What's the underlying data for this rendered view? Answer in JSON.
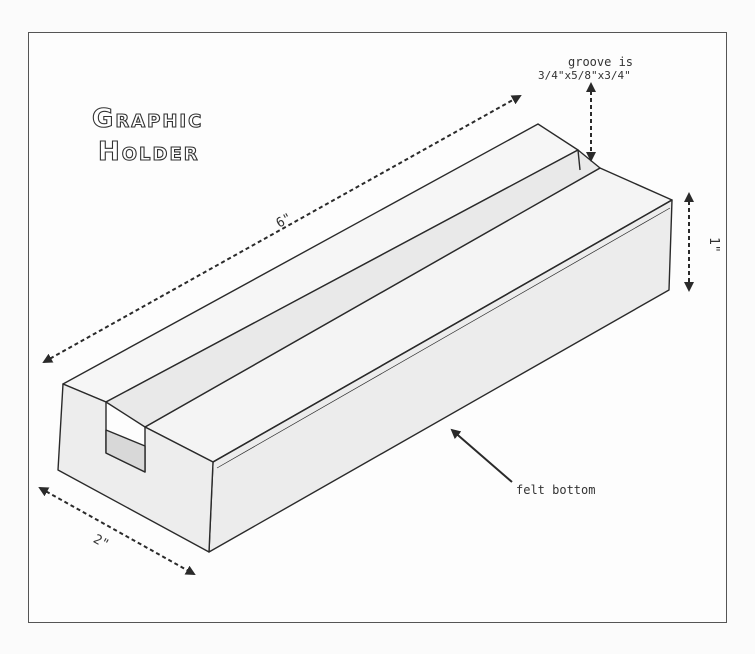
{
  "diagram": {
    "title_line1": "Graphic",
    "title_line2": "Holder",
    "groove_line1": "groove is",
    "groove_line2": "3/4\"x5/8\"x3/4\"",
    "length_label": "6\"",
    "height_label": "1\"",
    "width_label": "2\"",
    "felt_label": "felt bottom"
  },
  "colors": {
    "ink": "#2a2a2a",
    "paper": "#fdfdfd"
  }
}
